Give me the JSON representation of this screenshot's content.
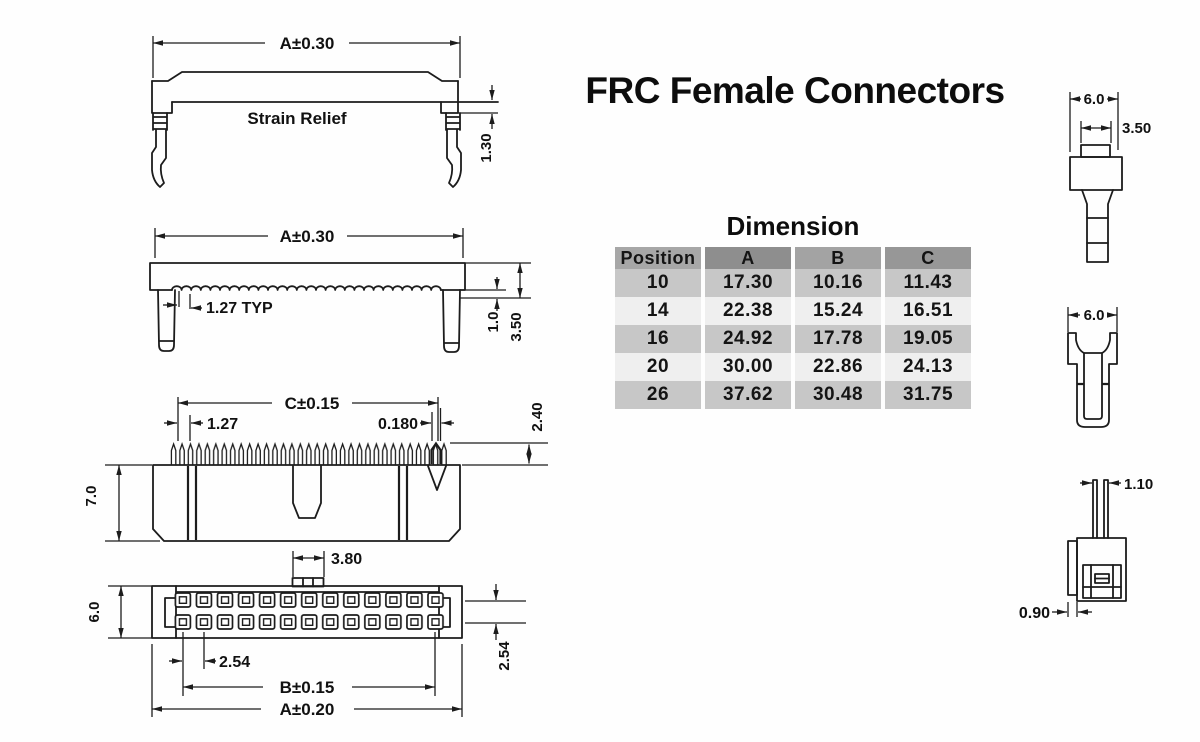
{
  "page": {
    "title": "FRC Female Connectors"
  },
  "table": {
    "title": "Dimension",
    "headers": [
      "Position",
      "A",
      "B",
      "C"
    ],
    "rows": [
      [
        "10",
        "17.30",
        "10.16",
        "11.43"
      ],
      [
        "14",
        "22.38",
        "15.24",
        "16.51"
      ],
      [
        "16",
        "24.92",
        "17.78",
        "19.05"
      ],
      [
        "20",
        "30.00",
        "22.86",
        "24.13"
      ],
      [
        "26",
        "37.62",
        "30.48",
        "31.75"
      ]
    ]
  },
  "views": {
    "strain_relief_front": {
      "width_dim": "A±0.30",
      "label": "Strain Relief",
      "height_dim": "1.30"
    },
    "strain_relief_side": {
      "width_dim": "A±0.30",
      "pitch_dim": "1.27 TYP",
      "thickness_dim": "1.0",
      "height_dim": "3.50"
    },
    "header_section": {
      "width_dim": "C±0.15",
      "pitch_dim": "1.27",
      "contact_width_dim": "0.180",
      "contact_height_dim": "2.40",
      "body_height_dim": "7.0"
    },
    "connector_front": {
      "key_width_dim": "3.80",
      "body_height_dim": "6.0",
      "pitch_dim": "2.54",
      "inner_width_dim": "B±0.15",
      "outer_width_dim": "A±0.20",
      "row_pitch_dim": "2.54"
    },
    "connector_side": {
      "width_dim": "6.0",
      "tab_width_dim": "3.50"
    },
    "latch_side": {
      "width_dim": "6.0"
    },
    "contact_side": {
      "pin_dim": "1.10",
      "base_dim": "0.90"
    }
  },
  "colors": {
    "ink": "#1c1c1c",
    "table_header_bg": "#979797",
    "table_row_odd_bg": "#c7c7c7",
    "table_row_even_bg": "#efefef"
  }
}
